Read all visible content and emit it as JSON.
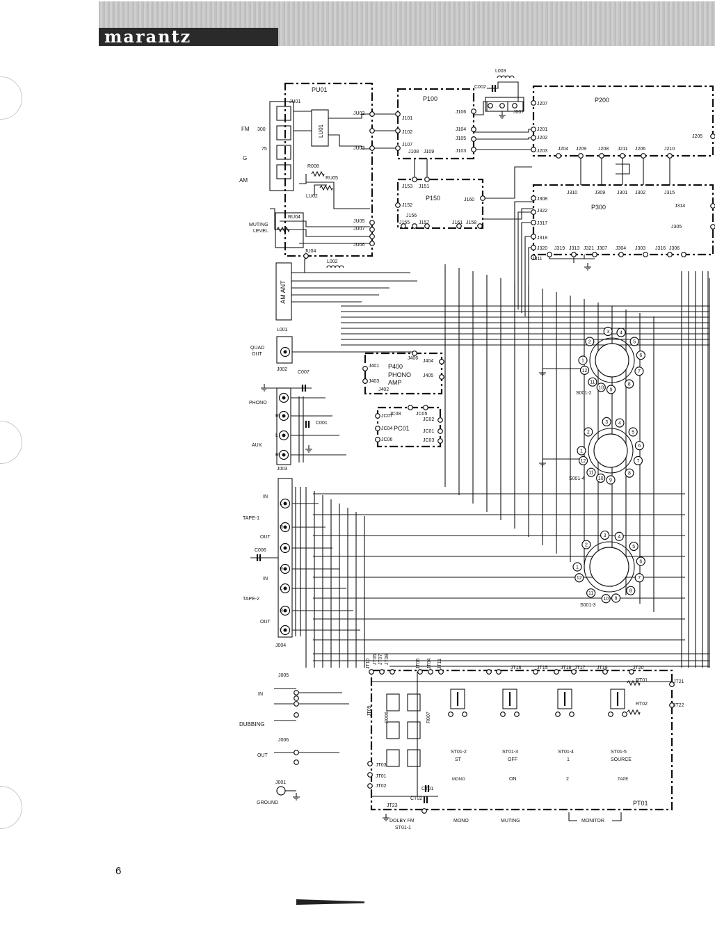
{
  "brand": {
    "name": "marantz"
  },
  "page_number": "6",
  "labels": {
    "l003": "L003",
    "pu01": "PU01",
    "ju01": "JU01",
    "p100": "P100",
    "c002": "C002",
    "p200": "P200",
    "ju02": "JU02",
    "j101": "J101",
    "j106": "J106",
    "j007": "J007",
    "j207": "J207",
    "lu01": "LU01",
    "fm": "FM",
    "ohm300": "300",
    "j102": "J102",
    "j104": "J104",
    "j201": "J201",
    "j205": "J205",
    "j105": "J105",
    "j202": "J202",
    "ohm75": "75",
    "ju03": "JU03",
    "j107": "J107",
    "j108": "J108",
    "j109": "J109",
    "j103": "J103",
    "j203": "J203",
    "j204": "J204",
    "j209": "J209",
    "j208": "J208",
    "j211": "J211",
    "j206": "J206",
    "j210": "J210",
    "g": "G",
    "r008": "R008",
    "am": "AM",
    "ru05": "RU05",
    "j153": "J153",
    "j151": "J151",
    "j310": "J310",
    "j309": "J309",
    "j301": "J301",
    "j302": "J302",
    "j315": "J315",
    "lu02": "LU02",
    "p150": "P150",
    "j160": "J160",
    "j308": "J308",
    "j152": "J152",
    "p300": "P300",
    "j314": "J314",
    "j322": "J322",
    "j156": "J156",
    "ru04": "RU04",
    "ju05": "JU05",
    "j155": "J155",
    "j157": "J157",
    "j161": "J161",
    "j158": "J158",
    "j317": "J317",
    "j305": "J305",
    "muting": "MUTING",
    "level": "LEVEL",
    "ju07": "JU07",
    "j318": "J318",
    "ju06": "JU06",
    "j320": "J320",
    "j319": "J319",
    "j313": "J313",
    "j321": "J321",
    "j307": "J307",
    "j304": "J304",
    "j303": "J303",
    "j316": "J316",
    "j306": "J306",
    "ju04": "JU04",
    "j311": "J311",
    "l002": "L002",
    "am_ant": "AM ANT",
    "l001": "L001",
    "quad": "QUAD",
    "out": "OUT",
    "j406": "J406",
    "j401": "J401",
    "j404": "J404",
    "p400": "P400",
    "phono_amp1": "PHONO",
    "phono_amp2": "AMP",
    "j405": "J405",
    "j002": "J002",
    "c007": "C007",
    "j403": "J403",
    "j402": "J402",
    "s001_2": "S001-2",
    "phono": "PHONO",
    "jc08": "JC08",
    "jc05": "JC05",
    "jc07": "JC07",
    "jc02": "JC02",
    "r": "R",
    "l": "L",
    "c001": "C001",
    "pc01": "PC01",
    "jc04": "JC04",
    "jc01": "JC01",
    "aux": "AUX",
    "jc06": "JC06",
    "jc03": "JC03",
    "j003": "J003",
    "s001_4": "S001-4",
    "in": "IN",
    "tape1": "TAPE-1",
    "c006": "C006",
    "tape2": "TAPE-2",
    "s001_3": "S001-3",
    "j004": "J004",
    "jt10": "JT10",
    "jt05": "JT05",
    "jt07": "JT07",
    "jt08": "JT08",
    "jt06": "JT06",
    "jt04": "JT04",
    "jt11": "JT11",
    "jt16": "JT16",
    "jt15": "JT15",
    "jt18": "JT18",
    "jt17": "JT17",
    "jt19": "JT19",
    "jt20": "JT20",
    "j005": "J005",
    "rt01": "RT01",
    "jt21": "JT21",
    "dubbing": "DUBBING",
    "jt09": "JT09",
    "r006": "R006",
    "r007": "R007",
    "rt02": "RT02",
    "jt22": "JT22",
    "j006": "J006",
    "st01_2": "ST01-2",
    "st01_3": "ST01-3",
    "st01_4": "ST01-4",
    "st01_5": "ST01-5",
    "st": "ST",
    "off": "OFF",
    "one": "1",
    "source": "SOURCE",
    "jt03": "JT03",
    "mono_sw": "MONO",
    "on": "ON",
    "two": "2",
    "tape": "TAPE",
    "jt01": "JT01",
    "j001": "J001",
    "ct01": "CT01",
    "jt02": "JT02",
    "ct02": "CT02",
    "ground": "GROUND",
    "pt01": "PT01",
    "jt23": "JT23",
    "dolby_fm": "DOLBY FM",
    "st01_1": "ST01-1",
    "mono": "MONO",
    "muting_lbl": "MUTING",
    "monitor": "MONITOR",
    "n1": "1",
    "n2": "2",
    "n3": "3",
    "n4": "4",
    "n5": "5",
    "n6": "6",
    "n7": "7",
    "n8": "8",
    "n9": "9",
    "n10": "10",
    "n11": "11",
    "n12": "12"
  }
}
